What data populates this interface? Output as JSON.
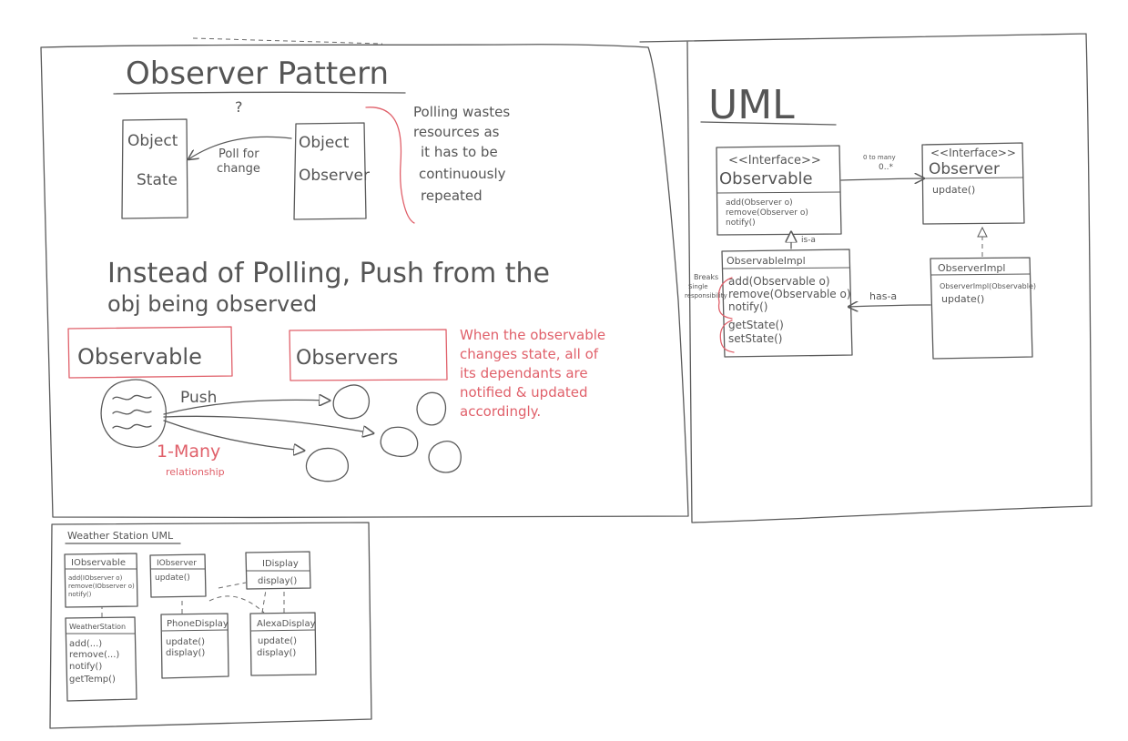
{
  "colors": {
    "ink": "#5a5a5a",
    "red": "#e0606a",
    "background": "#ffffff"
  },
  "panel_observer": {
    "title": "Observer Pattern",
    "question_mark": "?",
    "box_object_state": [
      "Object",
      "State"
    ],
    "arrow_label": [
      "Poll for",
      "change"
    ],
    "box_object_observer": [
      "Object",
      "Observer"
    ],
    "polling_note": [
      "Polling wastes",
      "resources as",
      "it has to be",
      "continuously",
      "repeated"
    ],
    "instead_line1": "Instead of Polling, Push from the",
    "instead_line2": "obj being observed",
    "observable_box": "Observable",
    "observers_box": "Observers",
    "push_label": "Push",
    "red_note": [
      "When the observable",
      "changes state, all of",
      "its dependants are",
      "notified & updated",
      "accordingly."
    ],
    "one_many": "1-Many",
    "relationship": "relationship"
  },
  "panel_uml": {
    "title": "UML",
    "observable_interface": {
      "stereotype": "<<Interface>>",
      "name": "Observable",
      "methods": [
        "add(Observer o)",
        "remove(Observer o)",
        "notify()"
      ]
    },
    "association": {
      "label": "0 to many",
      "multiplicity": "0..*"
    },
    "observer_interface": {
      "stereotype": "<<Interface>>",
      "name": "Observer",
      "methods": [
        "update()"
      ]
    },
    "is_a": "is-a",
    "observable_impl": {
      "name": "ObservableImpl",
      "methods": [
        "add(Observable o)",
        "remove(Observable o)",
        "notify()",
        "getState()",
        "setState()"
      ]
    },
    "breaks_note": [
      "Breaks",
      "Single",
      "responsibility"
    ],
    "has_a": "has-a",
    "observer_impl": {
      "name": "ObserverImpl",
      "methods": [
        "ObserverImpl(Observable)",
        "update()"
      ]
    }
  },
  "panel_weather": {
    "title": "Weather Station UML",
    "iobservable": {
      "name": "IObservable",
      "methods": [
        "add(IObserver o)",
        "remove(IObserver o)",
        "notify()"
      ]
    },
    "iobserver": {
      "name": "IObserver",
      "methods": [
        "update()"
      ]
    },
    "idisplay": {
      "name": "IDisplay",
      "methods": [
        "display()"
      ]
    },
    "weather_station": {
      "name": "WeatherStation",
      "methods": [
        "add(...)",
        "remove(...)",
        "notify()",
        "getTemp()"
      ]
    },
    "phone_display": {
      "name": "PhoneDisplay",
      "methods": [
        "update()",
        "display()"
      ]
    },
    "alexa_display": {
      "name": "AlexaDisplay",
      "methods": [
        "update()",
        "display()"
      ]
    }
  }
}
